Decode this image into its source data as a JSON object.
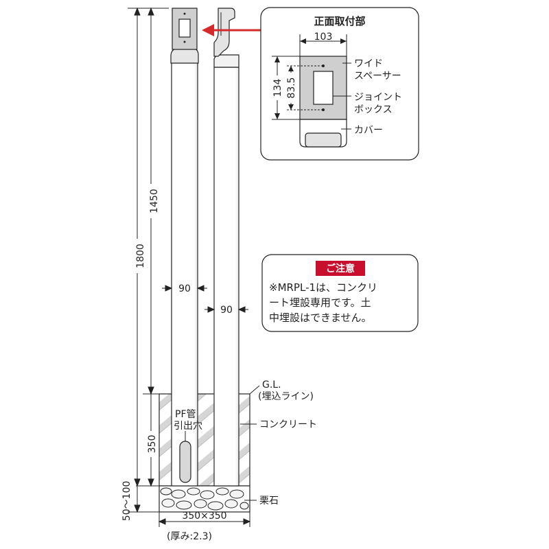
{
  "dimensions": {
    "total_height": "1800",
    "pole_height": "1450",
    "depth_concrete": "350",
    "depth_gravel": "50〜100",
    "width_front": "90",
    "width_side": "90",
    "base_size": "350×350",
    "thickness": "(厚み:2.3)",
    "mount_width": "103",
    "mount_height": "134",
    "box_height": "83.5"
  },
  "inset": {
    "title": "正面取付部",
    "labels": {
      "spacer_1": "ワイド",
      "spacer_2": "スペーサー",
      "box_1": "ジョイント",
      "box_2": "ボックス",
      "cover": "カバー"
    }
  },
  "caution": {
    "badge": "ご注意",
    "line1": "※MRPL-1は、コンクリ",
    "line2": "ート埋設専用です。土",
    "line3": "中埋設はできません。"
  },
  "ground": {
    "gl_1": "G.L.",
    "gl_2": "(埋込ライン)",
    "concrete": "コンクリート",
    "gravel": "栗石",
    "pf_1": "PF管",
    "pf_2": "引出穴"
  },
  "colors": {
    "accent_red": "#d42a2a",
    "badge_red": "#c8102e",
    "line": "#222222",
    "inset_fill": "#cfcfcf"
  }
}
